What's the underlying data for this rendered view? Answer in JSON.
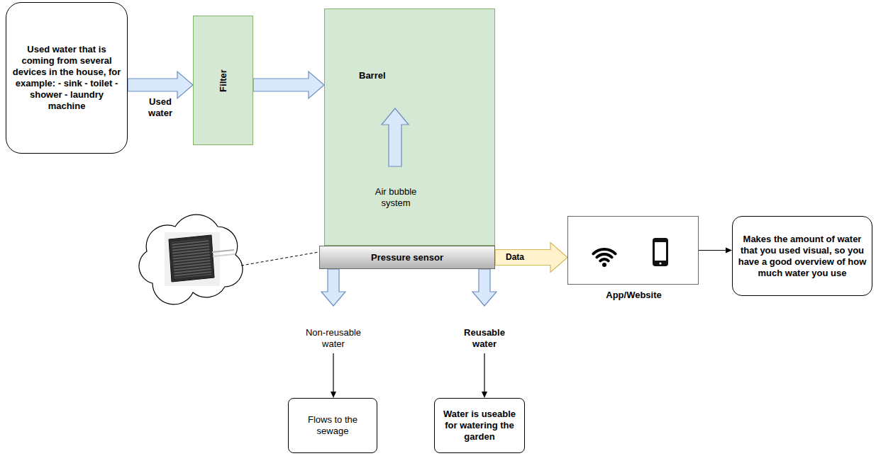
{
  "diagram": {
    "nodes": [
      {
        "text": [
          "Used water that is coming from several devices in the house, for example: - sink - toilet - shower - laundry machine"
        ]
      },
      {
        "text": [
          "Filter"
        ]
      },
      {
        "text": [
          "Barrel",
          "Air bubble system"
        ]
      },
      {
        "text": [
          "Pressure sensor"
        ]
      },
      {
        "text": [
          "App/Website"
        ]
      },
      {
        "text": [
          "Makes the amount of water that you used visual, so you have a good overview of how much water you use"
        ]
      },
      {
        "text": [
          "Flows to the sewage"
        ]
      },
      {
        "text": [
          "Water is useable for watering the garden"
        ]
      }
    ],
    "edges": [
      {
        "from": 0,
        "to": 1,
        "label": "Used water",
        "arrow": "to"
      },
      {
        "from": 1,
        "to": 2,
        "arrow": "to"
      },
      {
        "from": 3,
        "to": 4,
        "label": "Data",
        "arrow": "to"
      },
      {
        "from": 4,
        "to": 5,
        "arrow": "to"
      },
      {
        "from": 3,
        "to": 6,
        "label": "Non-reusable water",
        "arrow": "to"
      },
      {
        "from": 3,
        "to": 7,
        "label": "Reusable water",
        "arrow": "to"
      }
    ]
  }
}
